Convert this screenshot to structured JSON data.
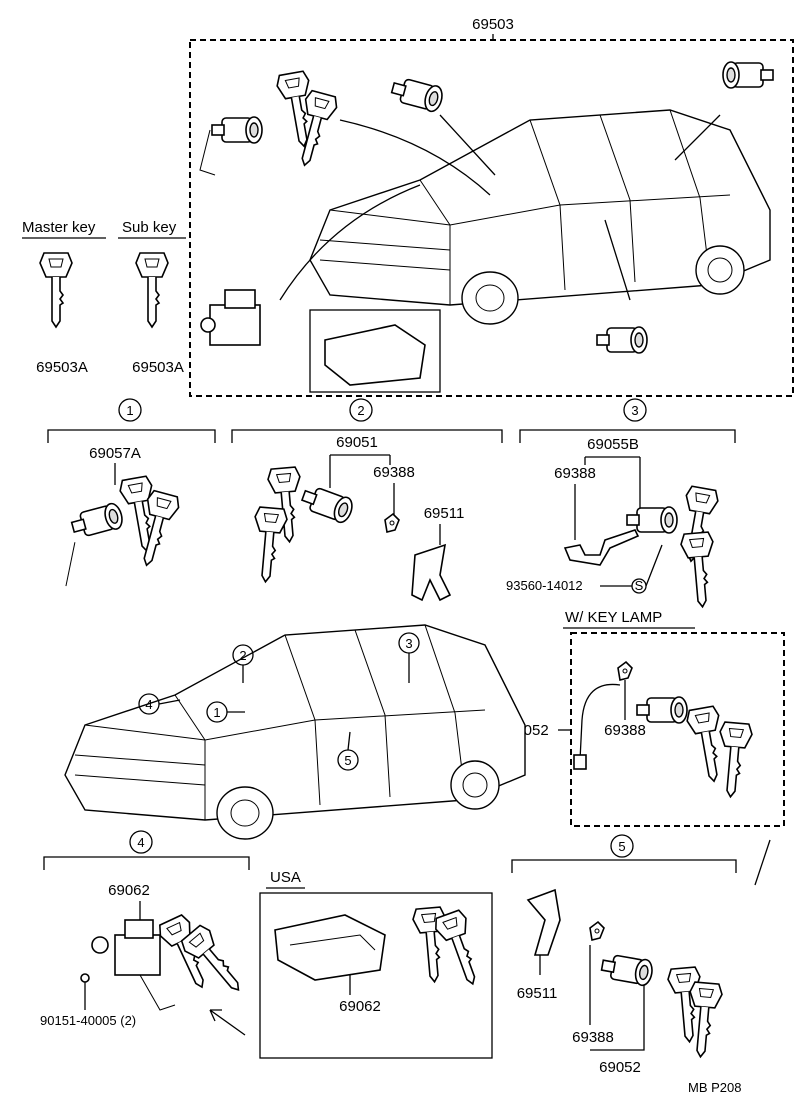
{
  "top_assembly": {
    "part_no": "69503"
  },
  "master_key": {
    "title": "Master key",
    "part_no": "69503A"
  },
  "sub_key": {
    "title": "Sub key",
    "part_no": "69503A"
  },
  "group1": {
    "marker": "1",
    "part_no": "69057A"
  },
  "group2": {
    "marker": "2",
    "part_no_a": "69051",
    "part_no_b": "69388",
    "part_no_c": "69511"
  },
  "group3": {
    "marker": "3",
    "part_no_a": "69055B",
    "part_no_b": "69388",
    "part_no_c": "93560-14012",
    "symbol": "S"
  },
  "key_lamp": {
    "title": "W/ KEY  LAMP",
    "part_no_a": "69052",
    "part_no_b": "69388"
  },
  "car_markers": [
    "1",
    "2",
    "3",
    "4",
    "5"
  ],
  "group4": {
    "marker": "4",
    "part_no_a": "69062",
    "part_no_b": "90151-40005 (2)"
  },
  "usa": {
    "title": "USA",
    "part_no": "69062"
  },
  "group5": {
    "marker": "5",
    "part_no_a": "69511",
    "part_no_b": "69388",
    "part_no_c": "69052"
  },
  "footer": {
    "code": "MB  P208"
  }
}
